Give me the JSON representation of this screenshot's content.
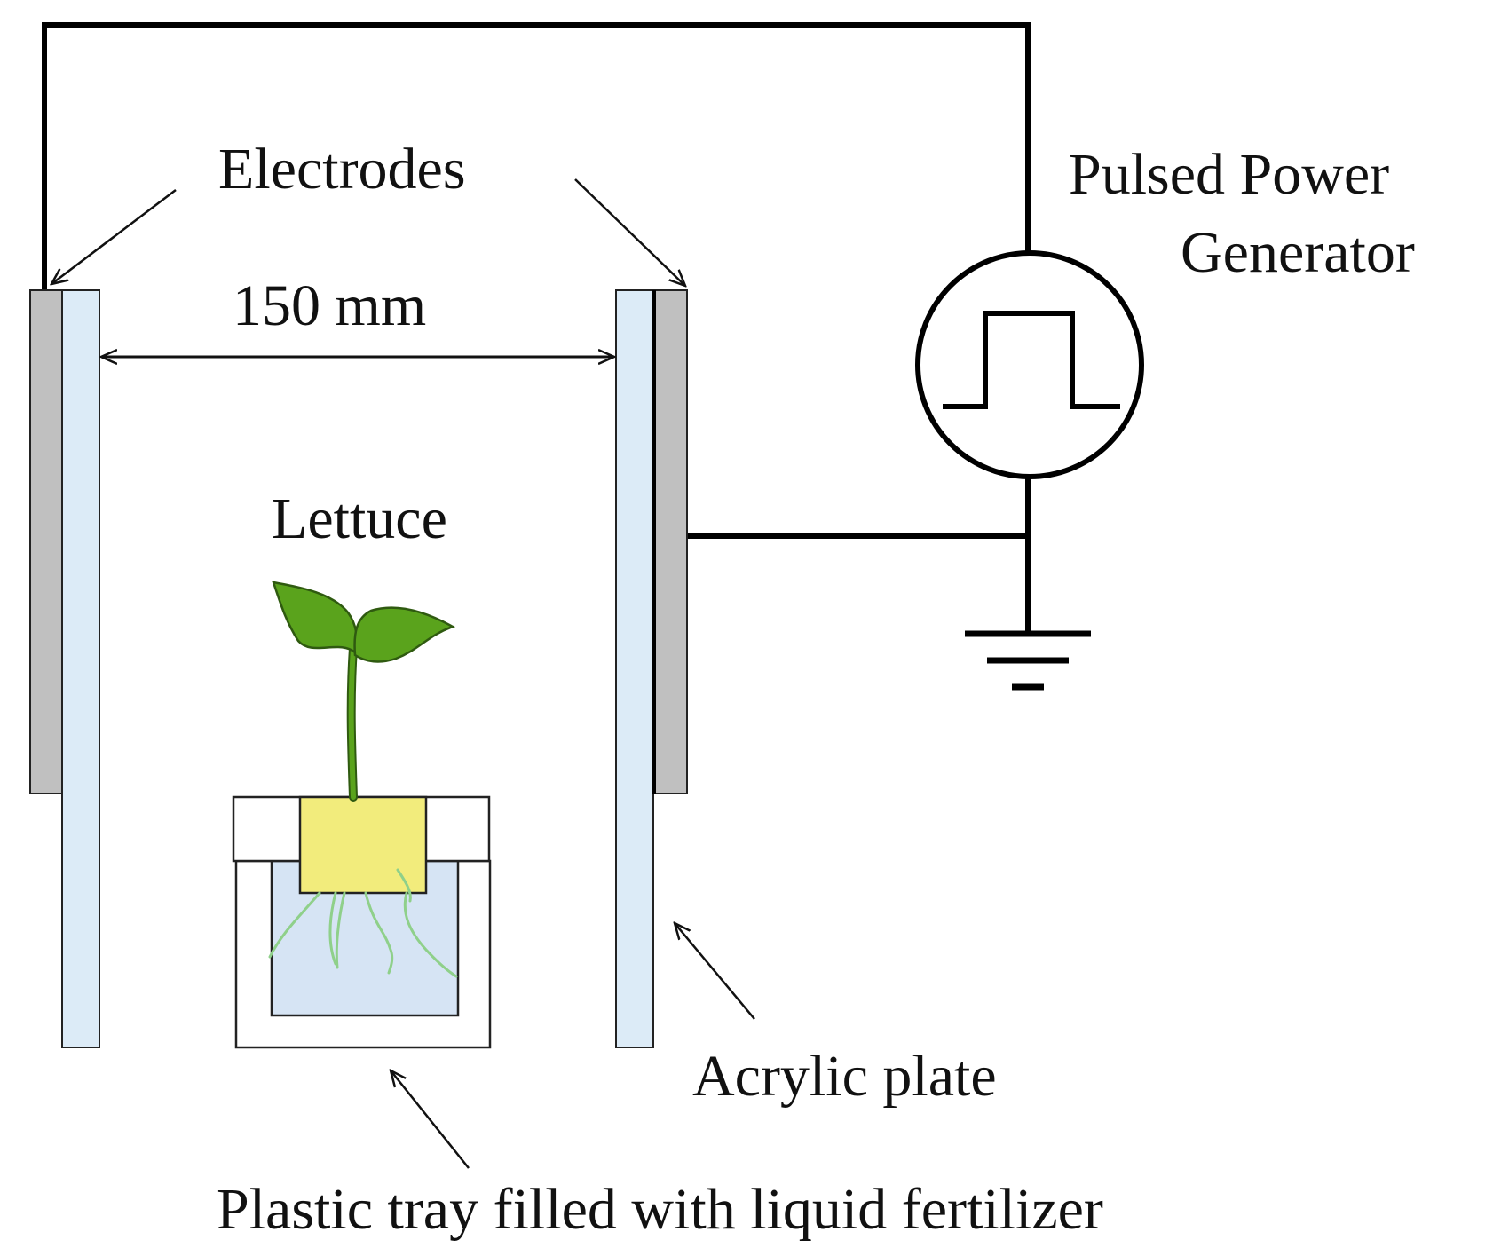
{
  "labels": {
    "electrodes": "Electrodes",
    "distance": "150 mm",
    "lettuce": "Lettuce",
    "generator_line1": "Pulsed Power",
    "generator_line2": "Generator",
    "acrylic": "Acrylic plate",
    "tray": "Plastic tray filled with liquid fertilizer"
  },
  "colors": {
    "wire": "#000000",
    "electrode": "#c0c0c0",
    "acrylic": "#dcebf7",
    "liquid": "#d6e4f4",
    "sponge": "#f2ec7c",
    "leaf": "#5aa31c",
    "leaf_outline": "#2f5a10",
    "root": "#8fd08a"
  }
}
